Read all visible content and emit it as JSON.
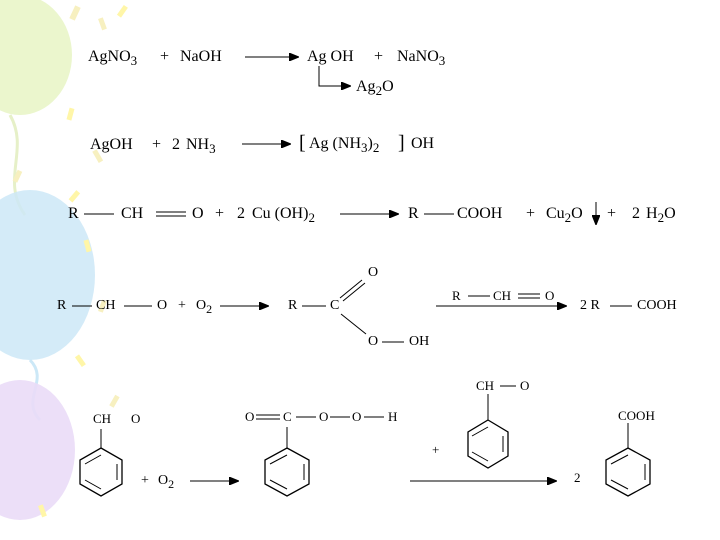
{
  "background": {
    "balloon_colors": [
      "#e8f5c4",
      "#cce8f7",
      "#eadbf7",
      "#fff6a8",
      "#f7f0c0"
    ]
  },
  "reaction1": {
    "reactant1": "AgNO",
    "reactant1_sub": "3",
    "plus1": "+",
    "reactant2": "NaOH",
    "product1": "Ag OH",
    "plus2": "+",
    "product2": "NaNO",
    "product2_sub": "3",
    "decomp_product": "Ag",
    "decomp_sub": "2",
    "decomp_tail": "O"
  },
  "reaction2": {
    "reactant1": "AgOH",
    "plus": "+",
    "coef": "2",
    "reactant2": "NH",
    "reactant2_sub": "3",
    "bracket_open": "[",
    "complex_inner": "Ag (NH",
    "complex_sub1": "3",
    "complex_close_paren": ")",
    "complex_sub2": "2",
    "bracket_close": "]",
    "counter_ion": "OH"
  },
  "reaction3": {
    "r1": "R",
    "ch": "CH",
    "o": "O",
    "plus1": "+",
    "coef": "2",
    "reagent": "Cu (OH)",
    "reagent_sub": "2",
    "r2": "R",
    "cooh": "COOH",
    "plus2": "+",
    "cu": "Cu",
    "cu_sub": "2",
    "cu_tail": "O",
    "plus3": "+",
    "water_coef": "2",
    "water": "H",
    "water_sub": "2",
    "water_tail": "O"
  },
  "reaction4": {
    "r1": "R",
    "ch": "CH",
    "o1": "O",
    "plus": "+",
    "o2": "O",
    "o2_sub": "2",
    "r2": "R",
    "c": "C",
    "o_top": "O",
    "o_bottom": "O",
    "oh": "OH",
    "above_arrow_r": "R",
    "above_arrow_ch": "CH",
    "above_arrow_o": "O",
    "prod_coef": "2 R",
    "prod_cooh": "COOH"
  },
  "reaction5": {
    "benzaldehyde_label": "CH",
    "benzaldehyde_o": "O",
    "plus_o2": "+",
    "o2": "O",
    "o2_sub": "2",
    "peracid_label": "O",
    "peracid_c": "C",
    "peracid_o1": "O",
    "peracid_o2": "O",
    "peracid_h": "H",
    "reagent_ch": "CH",
    "reagent_o": "O",
    "reagent_plus": "+",
    "prod_coef": "2",
    "prod_label": "COOH"
  }
}
